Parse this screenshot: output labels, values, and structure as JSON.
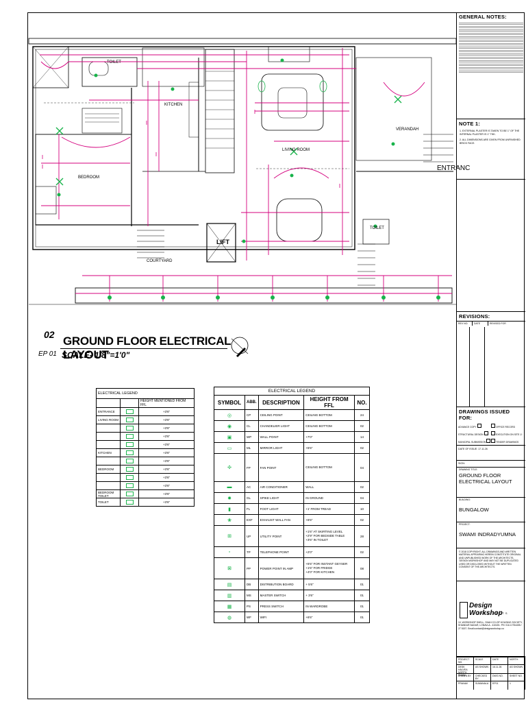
{
  "notes": {
    "general_title": "GENERAL NOTES:",
    "note1_title": "NOTE 1:",
    "note1_items": [
      "1.   EXTERNAL PLASTER IS TAKEN TO BE 1\" OF THE INTERNAL PLASTER IS 1\" THK.",
      "2.   ALL DIMENSIONS ARE GIVEN FROM UNFINISHED BRICK FACE."
    ]
  },
  "plan": {
    "rooms": [
      "TOILET",
      "KITCHEN",
      "LIVING ROOM",
      "VERANDAH",
      "BEDROOM",
      "LIFT",
      "COURTYARD",
      "TOILET"
    ],
    "entrance_label": "ENTRANC"
  },
  "drawing_title": {
    "number": "02",
    "title": "GROUND FLOOR ELECTRICAL LAYOUT",
    "code": "EP 01",
    "scale": "SCALE- 1/8\"=1'0\""
  },
  "left_legend": {
    "title": "ELECTRICAL LEGEND",
    "header": "HEIGHT MENTIONED FROM FFL",
    "rows": [
      {
        "room": "ENTRANCE",
        "height": "+3'6\""
      },
      {
        "room": "LIVING ROOM",
        "height": "+3'6\""
      },
      {
        "room": "",
        "height": "+3'6\""
      },
      {
        "room": "",
        "height": "+3'6\""
      },
      {
        "room": "",
        "height": "+3'6\""
      },
      {
        "room": "KITCHEN",
        "height": "+3'6\""
      },
      {
        "room": "",
        "height": "+3'6\""
      },
      {
        "room": "BEDROOM",
        "height": "+3'6\""
      },
      {
        "room": "",
        "height": "+3'6\""
      },
      {
        "room": "",
        "height": "+3'6\""
      },
      {
        "room": "BEDROOM TOILET",
        "height": "+3'6\""
      },
      {
        "room": "TOILET",
        "height": "+3'6\""
      }
    ]
  },
  "legend": {
    "title": "ELECTRICAL LEGEND",
    "headers": [
      "SYMBOL",
      "ABB.",
      "DESCRIPTION",
      "HEIGHT FROM FFL",
      "NO."
    ],
    "rows": [
      {
        "abb": "CP",
        "desc": "CEILING POINT",
        "height": "CEILING BOTTOM",
        "no": "24"
      },
      {
        "abb": "CL",
        "desc": "CHANDELIER LIGHT",
        "height": "CEILING BOTTOM",
        "no": "02"
      },
      {
        "abb": "WP",
        "desc": "WALL POINT",
        "height": "+7'0\"",
        "no": "14"
      },
      {
        "abb": "ML",
        "desc": "MIRROR LIGHT",
        "height": "+5'6\"",
        "no": "02"
      },
      {
        "abb": "FP",
        "desc": "FAN POINT",
        "height": "CEILING BOTTOM",
        "no": "04"
      },
      {
        "abb": "AC",
        "desc": "AIR CONDITIONER",
        "height": "WALL",
        "no": "02"
      },
      {
        "abb": "GL",
        "desc": "SPIKE LIGHT",
        "height": "IN GROUND",
        "no": "04"
      },
      {
        "abb": "FL",
        "desc": "FOOT LIGHT",
        "height": "+1' FROM TREAD",
        "no": "10"
      },
      {
        "abb": "EXF",
        "desc": "EXHAUST WALL FAN",
        "height": "+6'6\"",
        "no": "02"
      },
      {
        "abb": "UP",
        "desc": "UTILITY POINT",
        "height": "+1'6\" AT SKIRTING LEVEL\n+2'9\" FOR BEDSIDE TABLE\n+3'6\" IN TOILET",
        "no": "28"
      },
      {
        "abb": "TP",
        "desc": "TELEPHONE POINT",
        "height": "+2'0\"",
        "no": "02"
      },
      {
        "abb": "PP",
        "desc": "POWER POINT IN AMP",
        "height": "+5'6\" FOR INSTANT GEYSER\n+1'6\" FOR FRIDGE\n+4'0\" FOR KITCHEN",
        "no": "08"
      },
      {
        "abb": "DB",
        "desc": "DISTRIBUTION BOARD",
        "height": "+ 5'6\"",
        "no": "01"
      },
      {
        "abb": "MS",
        "desc": "MASTER SWITCH",
        "height": "+ 3'6\"",
        "no": "01"
      },
      {
        "abb": "PS",
        "desc": "PRESS SWITCH",
        "height": "IN WARDROBE",
        "no": "01"
      },
      {
        "abb": "WF",
        "desc": "WIFI",
        "height": "+6'6\"",
        "no": "01"
      }
    ]
  },
  "titleblock": {
    "revisions_title": "REVISIONS:",
    "rev_headers": [
      "REV NO.",
      "DATE",
      "REVISED FOR"
    ],
    "issued_title": "DRAWINGS ISSUED FOR:",
    "issued_items": [
      "ADVANCE COPY",
      "OFFICE RECORD",
      "STRUCTURAL DESIGN",
      "EXECUTION ON SITE",
      "MUNICIPAL SUBMISSION",
      "TENDER DRAWINGS"
    ],
    "date_of_issue": "DATE OF ISSUE: 17.11.26",
    "sign": "SIGN:",
    "drawing_title_label": "DRAWING TITLE:",
    "drawing_title": "GROUND FLOOR ELECTRICAL LAYOUT",
    "building_label": "BUILDING:",
    "building": "BUNGALOW",
    "project_label": "PROJECT:",
    "project": "SWAMI INDRADYUMNA",
    "copyright": "© 2018 COPYRIGHT. ALL DRAWINGS AND WRITTEN MATERIAL APPEARING HEREIN CONSTITUTE ORIGINAL AND UNPUBLISHED WORK OF THE ARCHITECTS, 'DESIGN WORKSHOP' AND MAY NOT BE DUPLICATED USED OR DISCLOSED WITHOUT THE WRITTEN CONSENT OF THE ARCHITECTS.",
    "firm": "Design Workshop",
    "firm_sub": "ARCHITECTS",
    "address": "10, WORKSHOP SHELL, SHAH CO-OP HOUSING SOCIETY, SHANKAR NAGAR, LONAVLA - 410401. PH: 0114 2754455 / 27 5157. Email:contact@designworkshop.co",
    "grid_headers": [
      "PROJECT NO.",
      "SCALE",
      "DATE",
      "NORTH"
    ],
    "grid_row1": [
      "DESK HALVEA NORTH SHAW",
      "AS SHOWN",
      "16.11.26",
      "AS SHOWN"
    ],
    "grid_row2": [
      "DRAWN BY",
      "CHECKED BY",
      "DWG NO.",
      "SHEET NO."
    ],
    "grid_row3": [
      "PRANAV",
      "SUMANALA",
      "EP01",
      "1"
    ]
  },
  "colors": {
    "magenta": "#d4007e",
    "green": "#18b34a",
    "line": "#000000"
  }
}
